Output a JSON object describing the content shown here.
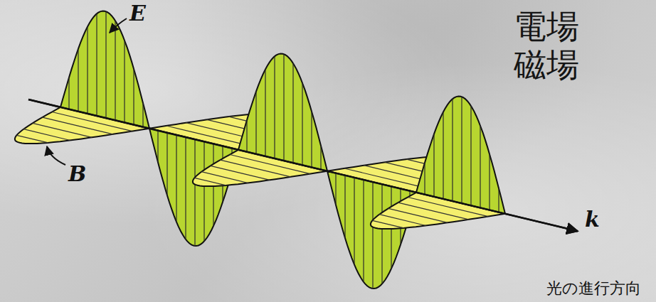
{
  "diagram": {
    "labels": [
      "E",
      "B",
      "k",
      "電場",
      "磁場",
      "光の進行方向"
    ]
  }
}
